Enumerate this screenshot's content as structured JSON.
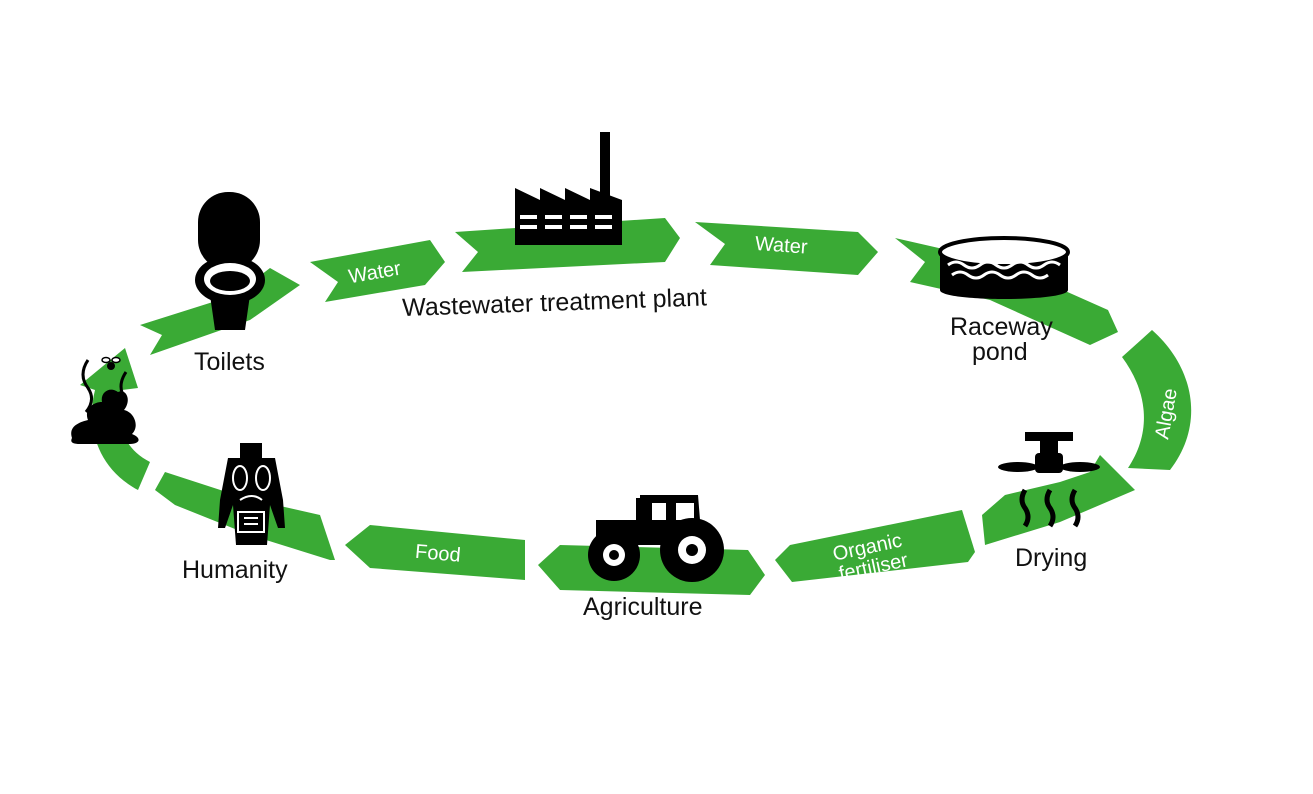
{
  "colors": {
    "arrow": "#3aaa35",
    "icon": "#000000",
    "background": "#ffffff",
    "arrow_text": "#ffffff"
  },
  "nodes": {
    "toilets": {
      "label": "Toilets",
      "icon": "toilet-icon"
    },
    "wastewater": {
      "label": "Wastewater treatment plant",
      "icon": "factory-icon"
    },
    "raceway": {
      "label_line1": "Raceway",
      "label_line2": "pond",
      "icon": "raceway-pond-icon"
    },
    "drying": {
      "label": "Drying",
      "icon": "drying-fan-icon"
    },
    "agriculture": {
      "label": "Agriculture",
      "icon": "tractor-icon"
    },
    "humanity": {
      "label": "Humanity",
      "icon": "human-body-icon"
    },
    "waste": {
      "icon": "poop-with-fly-icon"
    }
  },
  "arrows": {
    "water1": "Water",
    "water2": "Water",
    "algae": "Algae",
    "organic_line1": "Organic",
    "organic_line2": "fertiliser",
    "food": "Food"
  }
}
